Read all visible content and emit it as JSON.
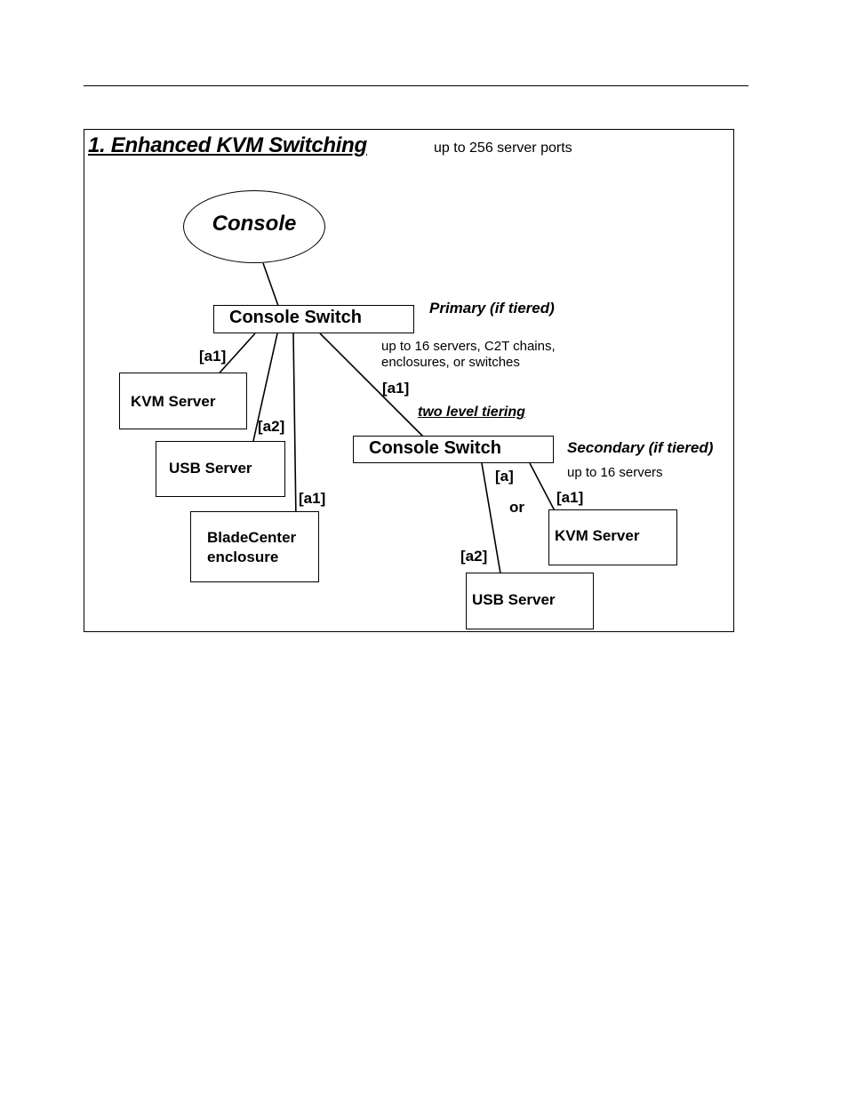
{
  "title": "1.  Enhanced KVM Switching",
  "subtitle": "up to 256 server ports",
  "console": "Console",
  "primary_switch": {
    "label": "Console Switch",
    "role": "Primary (if tiered)",
    "capacity_line1": "up to 16 servers, C2T chains,",
    "capacity_line2": "enclosures, or switches"
  },
  "secondary_switch": {
    "label": "Console Switch",
    "role": "Secondary (if tiered)",
    "capacity": "up to 16 servers"
  },
  "tiering_label": "two level tiering",
  "nodes": {
    "kvm_server_1": "KVM Server",
    "usb_server_1": "USB Server",
    "bladecenter_line1": "BladeCenter",
    "bladecenter_line2": "enclosure",
    "kvm_server_2": "KVM Server",
    "usb_server_2": "USB Server"
  },
  "connectors": {
    "kvm_1": "[a1]",
    "usb_1": "[a2]",
    "blade": "[a1]",
    "tier": "[a1]",
    "secondary_a": "[a]",
    "or": "or",
    "kvm_2": "[a1]",
    "usb_2": "[a2]"
  }
}
